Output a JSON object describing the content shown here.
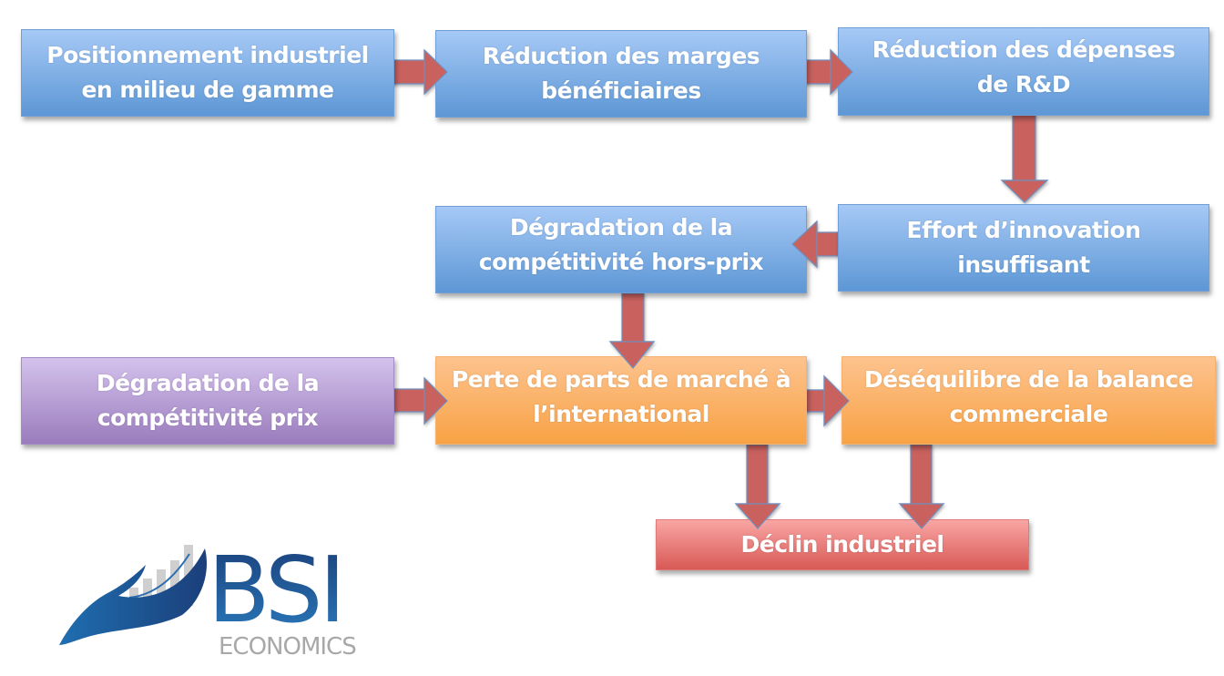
{
  "diagram": {
    "type": "flowchart",
    "nodes": [
      {
        "id": "n1",
        "label": "Positionnement industriel\nen milieu de gamme",
        "color": "blue"
      },
      {
        "id": "n2",
        "label": "Réduction des marges\nbénéficiaires",
        "color": "blue"
      },
      {
        "id": "n3",
        "label": "Réduction des dépenses\nde R&D",
        "color": "blue"
      },
      {
        "id": "n4",
        "label": "Effort d’innovation\ninsuffisant",
        "color": "blue"
      },
      {
        "id": "n5",
        "label": "Dégradation de la\ncompétitivité hors-prix",
        "color": "blue"
      },
      {
        "id": "n6",
        "label": "Dégradation de la\ncompétitivité prix",
        "color": "purple"
      },
      {
        "id": "n7",
        "label": "Perte de parts de marché à\nl’international",
        "color": "orange"
      },
      {
        "id": "n8",
        "label": "Déséquilibre de la balance\ncommerciale",
        "color": "orange"
      },
      {
        "id": "n9",
        "label": "Déclin industriel",
        "color": "red"
      }
    ],
    "edges": [
      {
        "from": "n1",
        "to": "n2"
      },
      {
        "from": "n2",
        "to": "n3"
      },
      {
        "from": "n3",
        "to": "n4"
      },
      {
        "from": "n4",
        "to": "n5"
      },
      {
        "from": "n5",
        "to": "n7"
      },
      {
        "from": "n6",
        "to": "n7"
      },
      {
        "from": "n7",
        "to": "n8"
      },
      {
        "from": "n7",
        "to": "n9"
      },
      {
        "from": "n8",
        "to": "n9"
      }
    ],
    "colors": {
      "blue": "#6fa3dc",
      "purple": "#a88bc8",
      "orange": "#f9ac5c",
      "red": "#e06e6a",
      "arrow": "#c9625e",
      "arrow_outline": "#6f8fbf"
    }
  },
  "logo": {
    "brand": "BSI",
    "subtitle": "ECONOMICS",
    "icon": "hand-holding-chart-icon"
  }
}
